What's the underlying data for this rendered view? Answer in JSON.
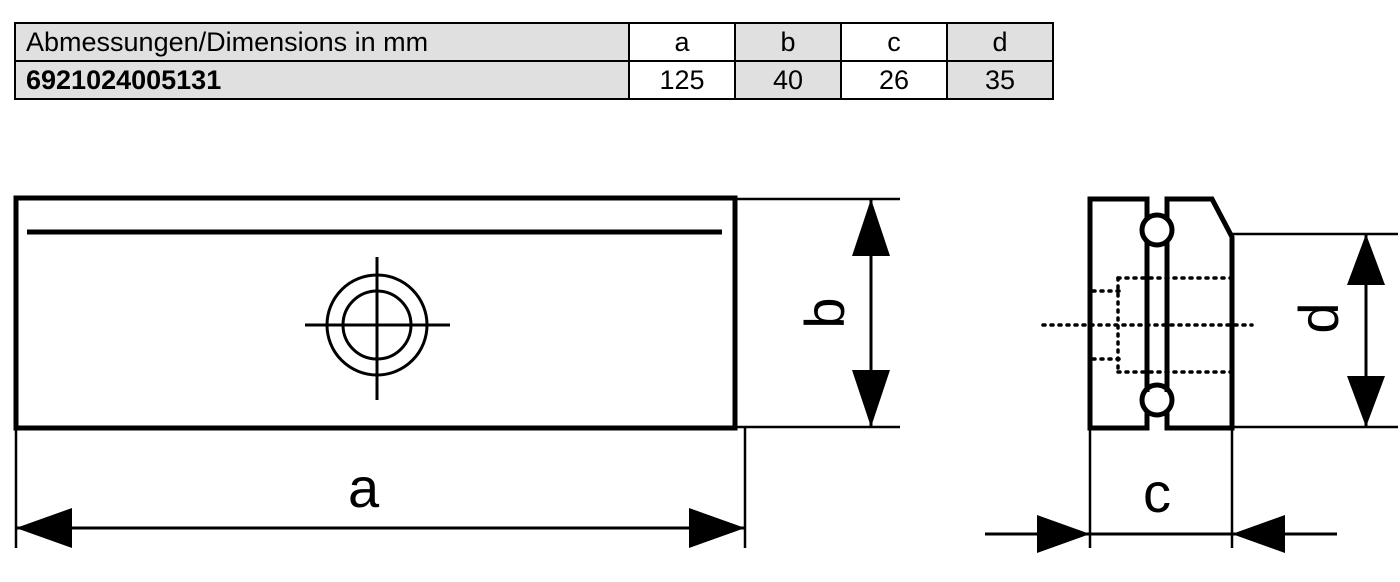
{
  "table": {
    "header": {
      "title": "Abmessungen/Dimensions in mm",
      "cols": [
        "a",
        "b",
        "c",
        "d"
      ]
    },
    "rows": [
      {
        "part_number": "6921024005131",
        "values": [
          "125",
          "40",
          "26",
          "35"
        ]
      }
    ]
  },
  "drawing": {
    "front_view": {
      "name": "front-view",
      "dimension_labels": {
        "length": "a",
        "height": "b"
      }
    },
    "side_view": {
      "name": "side-view",
      "dimension_labels": {
        "width": "c",
        "height": "d"
      }
    }
  },
  "colors": {
    "line": "#000000",
    "shade": "#e0e0e0",
    "background": "#ffffff"
  }
}
